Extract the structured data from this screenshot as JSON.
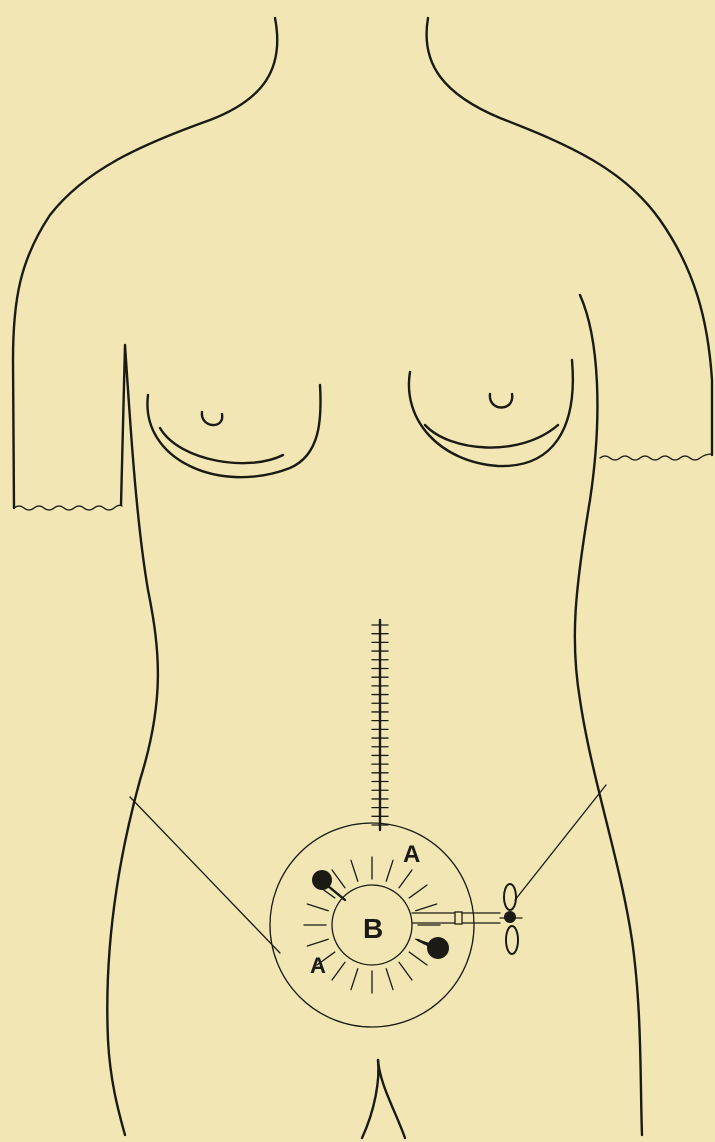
{
  "figure": {
    "labels": {
      "outer_ring": "A",
      "outer_ring_lower": "A",
      "center": "B"
    },
    "colors": {
      "paper": "#f2e7b4",
      "ink": "#1b1a14"
    },
    "suture_stitches": 24,
    "radial_marks": 20
  }
}
